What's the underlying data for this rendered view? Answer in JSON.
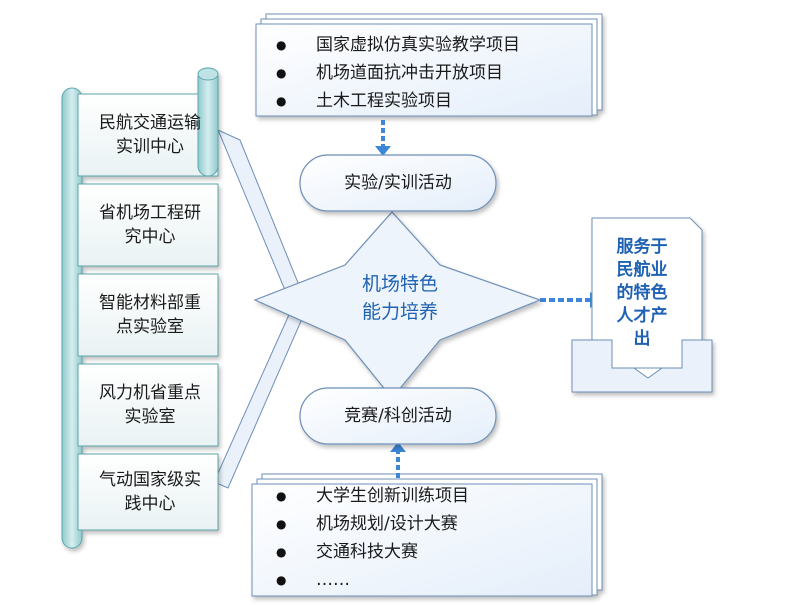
{
  "centers": [
    {
      "line1": "民航交通运输",
      "line2": "实训中心"
    },
    {
      "line1": "省机场工程研",
      "line2": "究中心"
    },
    {
      "line1": "智能材料部重",
      "line2": "点实验室"
    },
    {
      "line1": "风力机省重点",
      "line2": "实验室"
    },
    {
      "line1": "气动国家级实",
      "line2": "践中心"
    }
  ],
  "top_projects": [
    "国家虚拟仿真实验教学项目",
    "机场道面抗冲击开放项目",
    "土木工程实验项目"
  ],
  "bottom_projects": [
    "大学生创新训练项目",
    "机场规划/设计大赛",
    "交通科技大赛",
    "……"
  ],
  "top_activity": "实验/实训活动",
  "bottom_activity": "竞赛/科创活动",
  "core": {
    "line1": "机场特色",
    "line2": "能力培养"
  },
  "output": {
    "lines": [
      "服务于",
      "民航业",
      "的特色",
      "人才产",
      "出"
    ]
  },
  "colors": {
    "accent_text": "#1f62b3",
    "arrow": "#3b86d6",
    "panel_fill": "#eef4fb",
    "stroke": "#6d8fb8"
  }
}
